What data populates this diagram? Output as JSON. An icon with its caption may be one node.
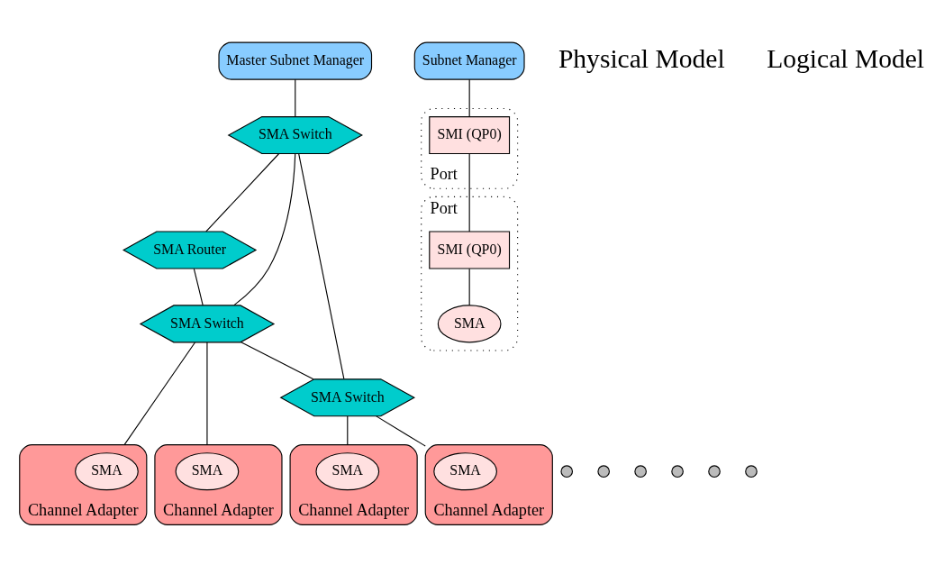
{
  "diagram": {
    "nodes": [
      {
        "text": [
          "Master Subnet Manager"
        ]
      },
      {
        "text": [
          "SMA Switch"
        ]
      },
      {
        "text": [
          "SMA Router"
        ]
      },
      {
        "text": [
          "SMA Switch"
        ]
      },
      {
        "text": [
          "SMA Switch"
        ]
      },
      {
        "text": [
          "Channel Adapter"
        ]
      },
      {
        "text": [
          "SMA"
        ],
        "in": 5
      },
      {
        "text": [
          "Channel Adapter"
        ]
      },
      {
        "text": [
          "SMA"
        ],
        "in": 7
      },
      {
        "text": [],
        "shape": "circle"
      },
      {
        "text": [],
        "shape": "circle"
      },
      {
        "text": [],
        "shape": "circle"
      },
      {
        "text": [],
        "shape": "circle"
      },
      {
        "text": [],
        "shape": "circle"
      },
      {
        "text": [],
        "shape": "circle"
      },
      {
        "text": [
          "Channel Adapter"
        ]
      },
      {
        "text": [
          "SMA"
        ],
        "in": 15
      },
      {
        "text": [
          "Channel Adapter"
        ]
      },
      {
        "text": [
          "SMA"
        ],
        "in": 17
      },
      {
        "text": [
          "Subnet Manager"
        ]
      },
      {
        "text": [
          "Port"
        ]
      },
      {
        "text": [
          "SMI (QP0)"
        ],
        "in": 20
      },
      {
        "text": [
          "Port"
        ]
      },
      {
        "text": [
          "SMI (QP0)"
        ],
        "in": 22
      },
      {
        "text": [
          "SMA"
        ],
        "in": 22
      }
    ],
    "edges": [
      {
        "from": 0,
        "to": 1,
        "arrow": "none"
      },
      {
        "from": 1,
        "to": 2,
        "arrow": "none"
      },
      {
        "from": 1,
        "to": 3,
        "arrow": "none"
      },
      {
        "from": 1,
        "to": 4,
        "arrow": "none"
      },
      {
        "from": 2,
        "to": 3,
        "arrow": "none"
      },
      {
        "from": 3,
        "to": 4,
        "arrow": "none"
      },
      {
        "from": 3,
        "to": 5,
        "arrow": "none"
      },
      {
        "from": 3,
        "to": 7,
        "arrow": "none"
      },
      {
        "from": 4,
        "to": 15,
        "arrow": "none"
      },
      {
        "from": 4,
        "to": 17,
        "arrow": "none"
      },
      {
        "from": 19,
        "to": 21,
        "arrow": "none"
      },
      {
        "from": 21,
        "to": 23,
        "arrow": "none"
      },
      {
        "from": 23,
        "to": 24,
        "arrow": "none"
      }
    ],
    "labels": [
      "Physical Model",
      "Logical Model"
    ]
  }
}
